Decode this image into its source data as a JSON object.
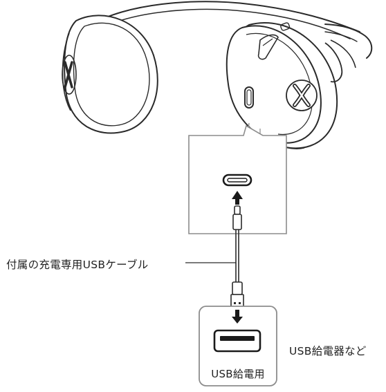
{
  "labels": {
    "cable": "付属の充電専用USBケーブル",
    "charger": "USB給電器など",
    "port": "USB給電用"
  }
}
